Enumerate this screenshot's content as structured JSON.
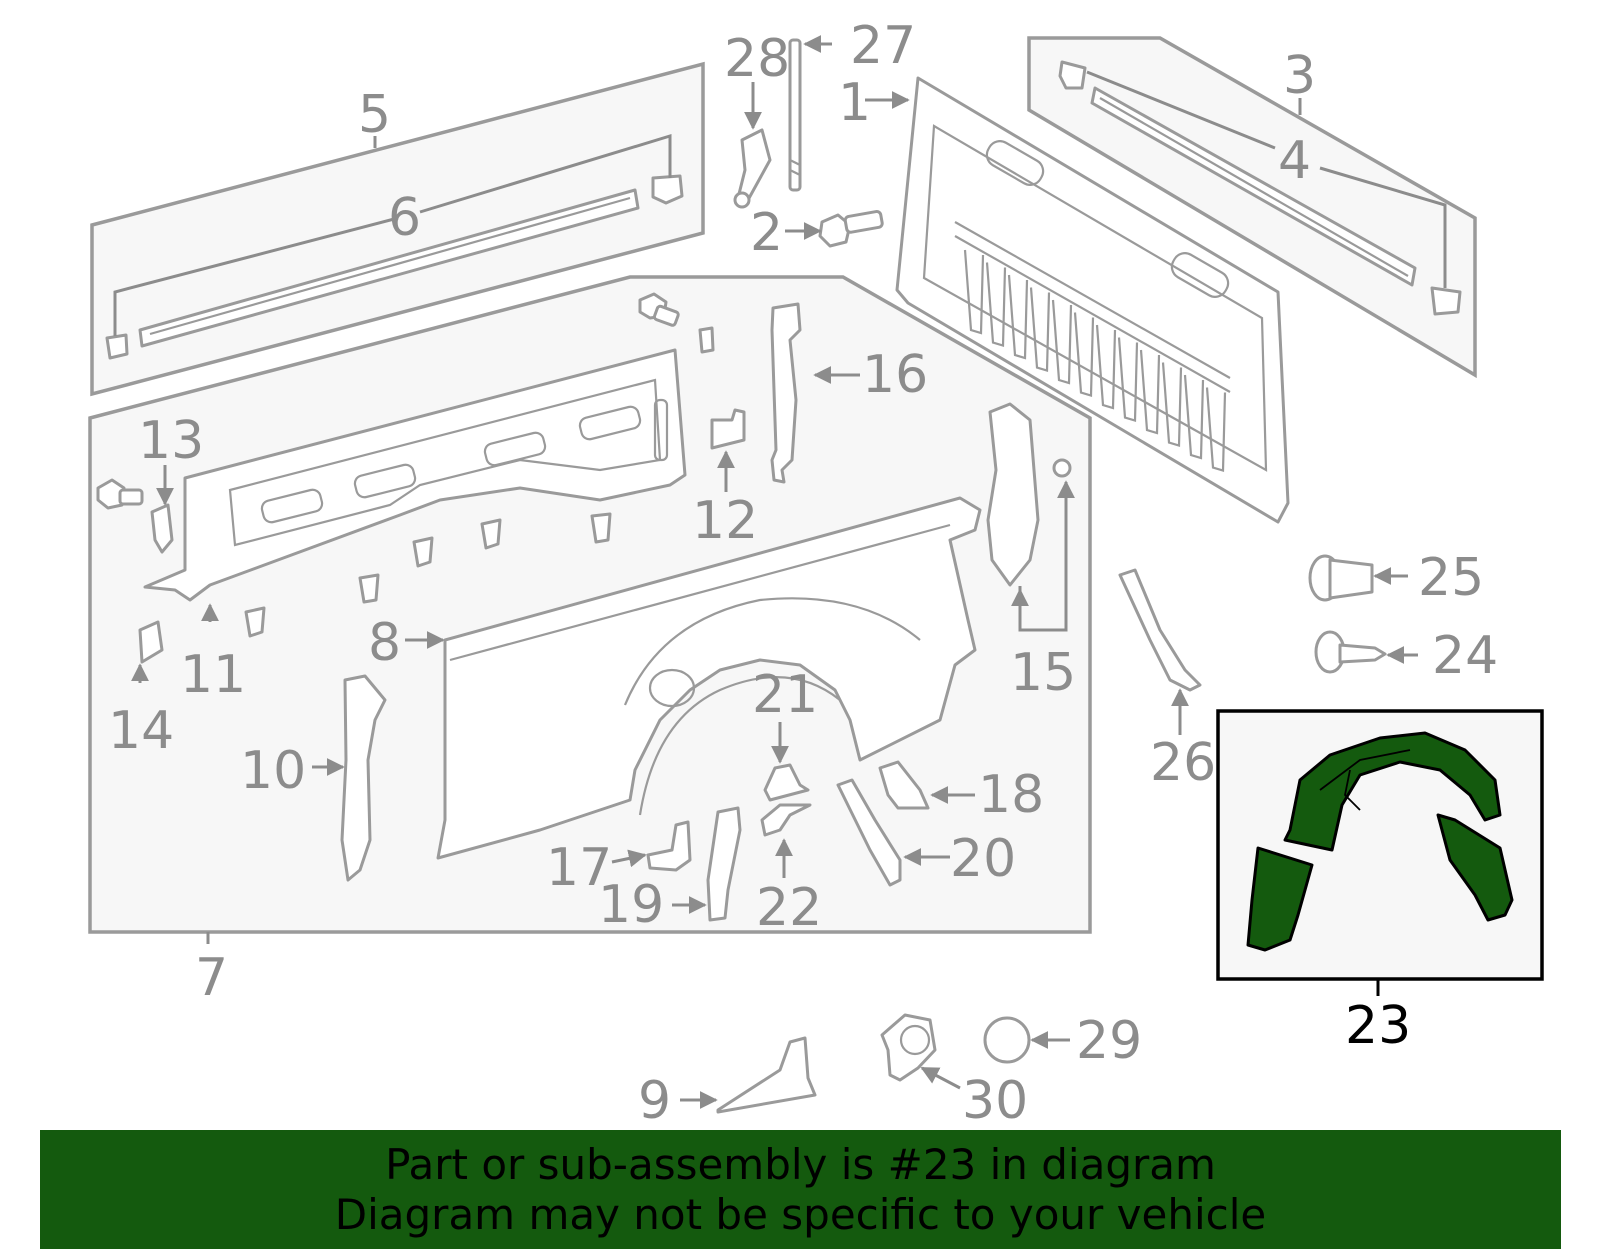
{
  "callouts": {
    "c1": "1",
    "c2": "2",
    "c3": "3",
    "c4": "4",
    "c5": "5",
    "c6": "6",
    "c7": "7",
    "c8": "8",
    "c9": "9",
    "c10": "10",
    "c11": "11",
    "c12": "12",
    "c13": "13",
    "c14": "14",
    "c15": "15",
    "c16": "16",
    "c17": "17",
    "c18": "18",
    "c19": "19",
    "c20": "20",
    "c21": "21",
    "c22": "22",
    "c23": "23",
    "c24": "24",
    "c25": "25",
    "c26": "26",
    "c27": "27",
    "c28": "28",
    "c29": "29",
    "c30": "30"
  },
  "highlighted_part": "23",
  "banner": {
    "line1": "Part or sub-assembly is #23 in diagram",
    "line2": "Diagram may not be specific to your vehicle"
  },
  "colors": {
    "highlight": "#145a0e",
    "line_gray": "#9a9a9a",
    "box_fill": "#f7f7f7"
  }
}
